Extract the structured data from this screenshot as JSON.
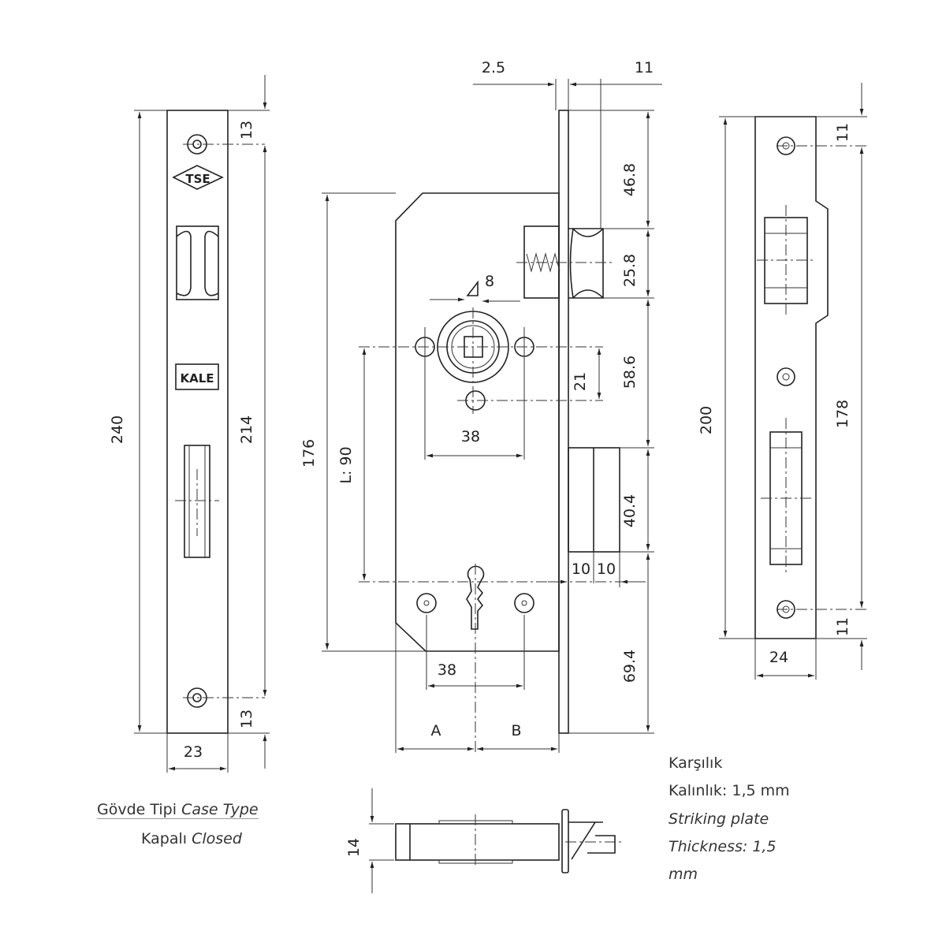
{
  "left_faceplate": {
    "logo_tse": "TSE",
    "logo_kale": "KALE",
    "dims": {
      "height": "240",
      "screw_span": "214",
      "top": "13",
      "bottom": "13",
      "width": "23"
    }
  },
  "lock_body": {
    "dims": {
      "offset": "2.5",
      "latch_proj": "11",
      "top": "46.8",
      "latch": "25.8",
      "mid": "58.6",
      "bolt": "40.4",
      "bottom": "69.4",
      "follower_to_hole": "21",
      "body_height": "176",
      "center": "L: 90",
      "hole_span": "38",
      "hole_span2": "38",
      "square": "8",
      "bolt_a": "10",
      "bolt_b": "10",
      "a": "A",
      "b": "B"
    }
  },
  "strike_plate": {
    "dims": {
      "height": "200",
      "screw_span": "178",
      "top": "11",
      "bottom": "11",
      "width": "24"
    }
  },
  "top_view": {
    "dims": {
      "thickness": "14"
    }
  },
  "case_type": {
    "tr": "Gövde Tipi",
    "en": "Case Type",
    "value_tr": "Kapalı",
    "value_en": "Closed"
  },
  "strike_note": {
    "line1": "Karşılık",
    "line2": "Kalınlık: 1,5 mm",
    "line3": "Striking plate",
    "line4": "Thickness: 1,5",
    "line5": "mm"
  }
}
